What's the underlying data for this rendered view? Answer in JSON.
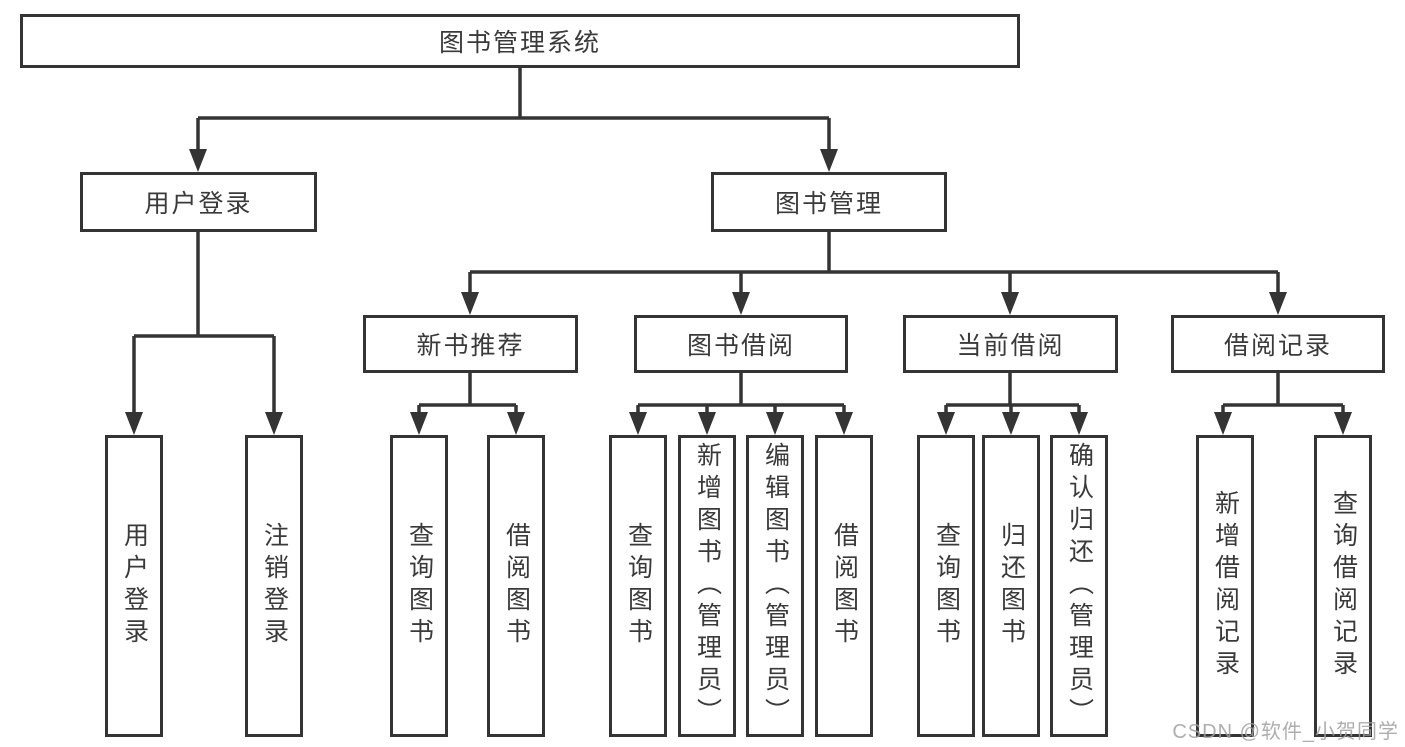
{
  "nodes": {
    "root": "图书管理系统",
    "user_login": "用户登录",
    "book_mgmt": "图书管理",
    "new_book_rec": "新书推荐",
    "book_borrow": "图书借阅",
    "current_borrow": "当前借阅",
    "borrow_record": "借阅记录",
    "leaf_user_login": "用户登录",
    "leaf_logout": "注销登录",
    "leaf_nb_query_book": "查询图书",
    "leaf_nb_borrow_book": "借阅图书",
    "leaf_bb_query_book": "查询图书",
    "leaf_bb_add_book": "新增图书（管理员）",
    "leaf_bb_edit_book": "编辑图书（管理员）",
    "leaf_bb_borrow_book": "借阅图书",
    "leaf_cb_query_book": "查询图书",
    "leaf_cb_return_book": "归还图书",
    "leaf_cb_confirm_return": "确认归还（管理员）",
    "leaf_br_add_record": "新增借阅记录",
    "leaf_br_query_record": "查询借阅记录"
  },
  "watermark": "CSDN @软件_小贺同学",
  "colors": {
    "line": "#343434",
    "text": "#3a3a3a",
    "watermark": "#a0a0a0",
    "background": "#ffffff"
  }
}
